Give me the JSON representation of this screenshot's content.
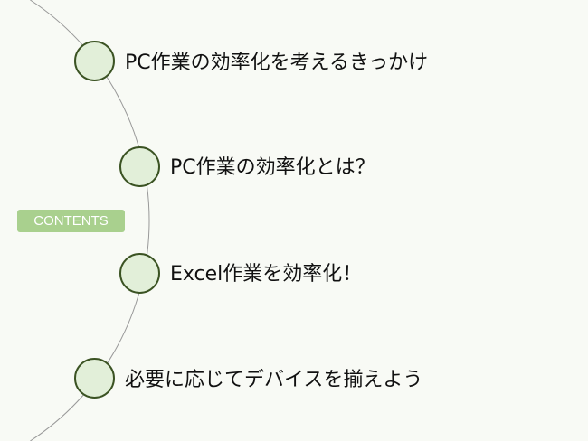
{
  "badge": "CONTENTS",
  "items": [
    {
      "label": "PC作業の効率化を考えるきっかけ"
    },
    {
      "label": "PC作業の効率化とは？"
    },
    {
      "label": "Excel作業を効率化！"
    },
    {
      "label": "必要に応じてデバイスを揃えよう"
    }
  ],
  "colors": {
    "background": "#f8faf5",
    "node_fill": "#e2efd9",
    "node_border": "#3b5323",
    "badge": "#a9d08e"
  }
}
